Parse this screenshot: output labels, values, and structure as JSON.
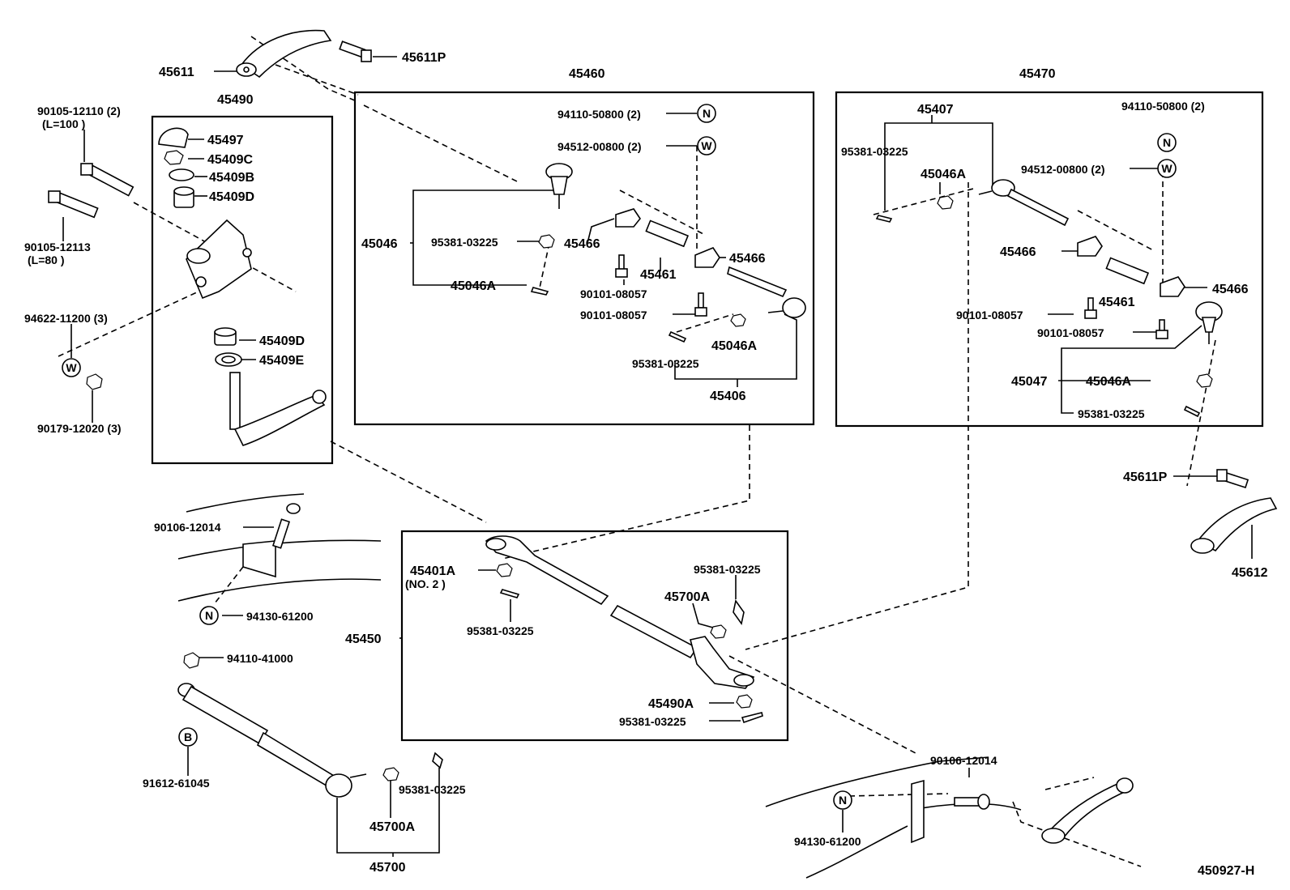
{
  "diagram_code": "450927-H",
  "symbols": {
    "nut": "N",
    "washer": "W",
    "bolt": "B"
  },
  "labels": {
    "p45611": "45611",
    "p45611P_top": "45611P",
    "p45490": "45490",
    "p45497": "45497",
    "p45409C": "45409C",
    "p45409B": "45409B",
    "p45409D_top": "45409D",
    "p45409D_bot": "45409D",
    "p45409E": "45409E",
    "b90105_12110": "90105-12110 (2)",
    "b90105_12110_len": "(L=100 )",
    "b90105_12113": "90105-12113",
    "b90105_12113_len": "(L=80 )",
    "w94622": "94622-11200 (3)",
    "n90179": "90179-12020 (3)",
    "p45460": "45460",
    "n94110_50800_a": "94110-50800 (2)",
    "w94512_a": "94512-00800 (2)",
    "p45046": "45046",
    "c95381_a": "95381-03225",
    "p45046A_a": "45046A",
    "p45466_a": "45466",
    "p45461_a": "45461",
    "p45466_b": "45466",
    "b90101_a": "90101-08057",
    "b90101_b": "90101-08057",
    "p45046A_b": "45046A",
    "c95381_b": "95381-03225",
    "p45406": "45406",
    "p45470": "45470",
    "p45407": "45407",
    "c95381_c": "95381-03225",
    "p45046A_c": "45046A",
    "n94110_50800_b": "94110-50800 (2)",
    "w94512_b": "94512-00800 (2)",
    "p45466_c": "45466",
    "p45461_b": "45461",
    "p45466_d": "45466",
    "b90101_c": "90101-08057",
    "b90101_d": "90101-08057",
    "p45047": "45047",
    "p45046A_d": "45046A",
    "c95381_d": "95381-03225",
    "p45611P_right": "45611P",
    "p45612": "45612",
    "b90106_a": "90106-12014",
    "n94130_a": "94130-61200",
    "p45401A": "45401A",
    "p45401A_note": "(NO. 2 )",
    "c95381_e": "95381-03225",
    "p45450": "45450",
    "c95381_f": "95381-03225",
    "p45700A_a": "45700A",
    "p45490A": "45490A",
    "c95381_g": "95381-03225",
    "n94110_41000": "94110-41000",
    "b91612": "91612-61045",
    "c95381_h": "95381-03225",
    "p45700A_b": "45700A",
    "p45700": "45700",
    "b90106_b": "90106-12014",
    "n94130_b": "94130-61200"
  }
}
